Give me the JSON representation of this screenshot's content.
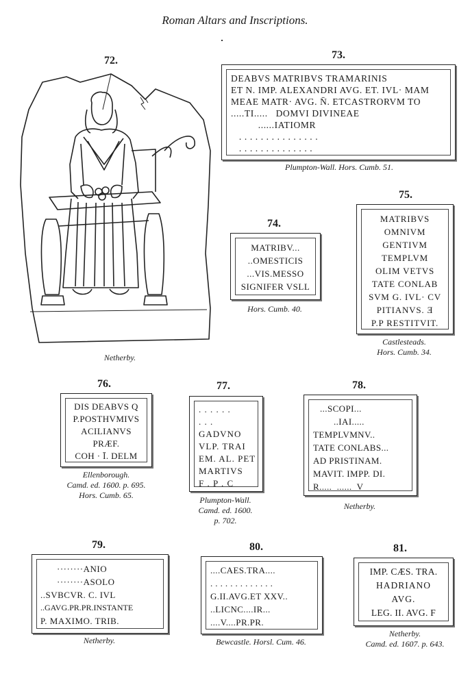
{
  "page": {
    "title": "Roman Altars and Inscriptions."
  },
  "fig72": {
    "number": "72.",
    "caption": [
      "Netherby."
    ]
  },
  "fig73": {
    "number": "73.",
    "lines": [
      "DEABVS MATRIBVS TRAMARINIS",
      "ET N. IMP. ALEXANDRI AVG. ET. IVL· MAM",
      "MEAE MATR· AVG. N̄. ETCASTRORVM TO",
      ".....TI.....   DOMVI DIVINEAE",
      "          ......IATIOMR",
      "   . . . . . . . . . . . . . . .",
      "   . . . . . . . . . . . . . ."
    ],
    "caption": [
      "Plumpton-Wall.   Hors. Cumb. 51."
    ]
  },
  "fig74": {
    "number": "74.",
    "lines": [
      "MATRIBV...",
      "..OMESTICIS",
      "...VIS.MESSO",
      "SIGNIFER VSLL"
    ],
    "caption": [
      "Hors. Cumb. 40."
    ]
  },
  "fig75": {
    "number": "75.",
    "lines": [
      "MATRIBVS",
      "OMNIVM",
      "GENTIVM",
      "TEMPLVM",
      "OLIM VETVS",
      "TATE CONLAB",
      "SVM G. IVL· CV",
      "PITIANVS. Ǝ",
      "P.P RESTITVIT."
    ],
    "caption": [
      "Castlesteads.",
      "Hors. Cumb. 34."
    ]
  },
  "fig76": {
    "number": "76.",
    "lines": [
      "DIS DEABVS Q",
      "P.POSTHVMIVS",
      "ACILIANVS",
      "PRÆF.",
      "COH · Ī. DELM"
    ],
    "caption": [
      "Ellenborough.",
      "Camd. ed. 1600. p. 695.",
      "Hors. Cumb. 65."
    ]
  },
  "fig77": {
    "number": "77.",
    "lines": [
      ". . . . . .",
      ". . .",
      "GADVNO",
      "VLP. TRAI",
      "EM. AL. PET",
      "MARTIVS",
      "F . P . C"
    ],
    "caption": [
      "Plumpton-Wall.",
      "Camd. ed. 1600.",
      "p. 702."
    ]
  },
  "fig78": {
    "number": "78.",
    "lines": [
      "...SCOPI...",
      "..IAI.....",
      "TEMPLVMNV..",
      "TATE CONLABS...",
      "AD PRISTINAM.",
      "MAVIT. IMPP. DI.",
      "R.....  ......  V"
    ],
    "caption": [
      "Netherby."
    ]
  },
  "fig79": {
    "number": "79.",
    "lines": [
      "········ANIO",
      "········ASOLO",
      "..SVBCVR. C. IVL",
      "..GAVG.PR.PR.INSTANTE",
      "P. MAXIMO. TRIB."
    ],
    "caption": [
      "Netherby."
    ]
  },
  "fig80": {
    "number": "80.",
    "lines": [
      "....CAES.TRA....",
      ". . . . . . . . . . . . .",
      "G.II.AVG.ET XXV..",
      "..LICNC....IR...",
      "....V....PR.PR."
    ],
    "caption": [
      "Bewcastle.  Horsl. Cum. 46."
    ]
  },
  "fig81": {
    "number": "81.",
    "lines": [
      "IMP. CÆS. TRA.",
      "HADRIANO",
      "AVG.",
      "LEG. II. AVG. F"
    ],
    "caption": [
      "Netherby.",
      "Camd. ed. 1607. p. 643."
    ]
  },
  "colors": {
    "ink": "#1a1a1a",
    "paper": "#ffffff"
  }
}
